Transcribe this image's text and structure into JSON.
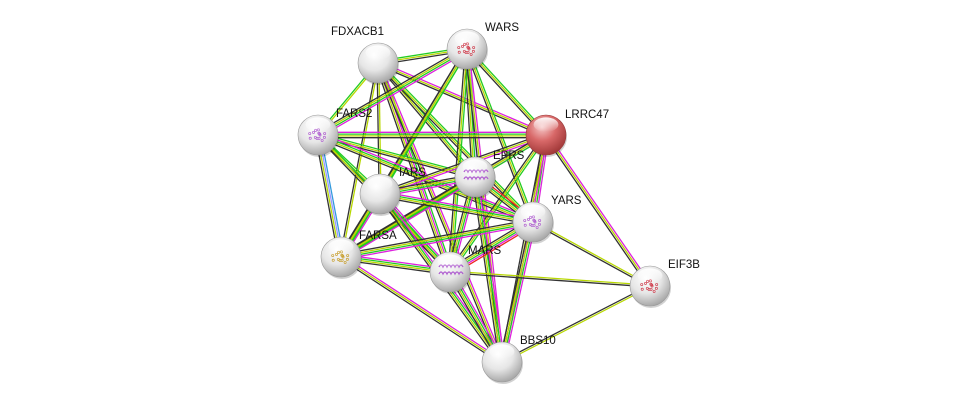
{
  "diagram": {
    "type": "protein-interaction-network",
    "edge_colors": {
      "black": "#333333",
      "green": "#22cc22",
      "yellowgreen": "#b8d800",
      "magenta": "#dd22dd",
      "blue": "#3399dd",
      "lightblue": "#9999ff",
      "red": "#ee2222"
    },
    "nodes": [
      {
        "id": "FDXACB1",
        "label": "FDXACB1",
        "color": "#e8e8e8",
        "query": false,
        "structure": "none"
      },
      {
        "id": "WARS",
        "label": "WARS",
        "color": "#e8e8e8",
        "query": false,
        "structure": "red"
      },
      {
        "id": "FARS2",
        "label": "FARS2",
        "color": "#e8e8e8",
        "query": false,
        "structure": "purple"
      },
      {
        "id": "LRRC47",
        "label": "LRRC47",
        "color": "#d85a5a",
        "query": true,
        "structure": "none"
      },
      {
        "id": "EPRS",
        "label": "EPRS",
        "color": "#e8e8e8",
        "query": false,
        "structure": "purple-helix"
      },
      {
        "id": "IARS",
        "label": "IARS",
        "color": "#e8e8e8",
        "query": false,
        "structure": "none"
      },
      {
        "id": "YARS",
        "label": "YARS",
        "color": "#e8e8e8",
        "query": false,
        "structure": "purple"
      },
      {
        "id": "FARSA",
        "label": "FARSA",
        "color": "#e8e8e8",
        "query": false,
        "structure": "yellow"
      },
      {
        "id": "MARS",
        "label": "MARS",
        "color": "#e8e8e8",
        "query": false,
        "structure": "purple-helix"
      },
      {
        "id": "EIF3B",
        "label": "EIF3B",
        "color": "#e8e8e8",
        "query": false,
        "structure": "red"
      },
      {
        "id": "BBS10",
        "label": "BBS10",
        "color": "#e8e8e8",
        "query": false,
        "structure": "none"
      }
    ],
    "edges": [
      {
        "source": "FDXACB1",
        "target": "WARS",
        "types": [
          "green",
          "yellowgreen",
          "black"
        ]
      },
      {
        "source": "FDXACB1",
        "target": "LRRC47",
        "types": [
          "magenta",
          "yellowgreen",
          "black"
        ]
      },
      {
        "source": "FDXACB1",
        "target": "FARS2",
        "types": [
          "yellowgreen",
          "green"
        ]
      },
      {
        "source": "FDXACB1",
        "target": "EPRS",
        "types": [
          "green",
          "yellowgreen",
          "black"
        ]
      },
      {
        "source": "FDXACB1",
        "target": "IARS",
        "types": [
          "yellowgreen",
          "black"
        ]
      },
      {
        "source": "FDXACB1",
        "target": "YARS",
        "types": [
          "green",
          "yellowgreen",
          "black"
        ]
      },
      {
        "source": "FDXACB1",
        "target": "FARSA",
        "types": [
          "yellowgreen",
          "black"
        ]
      },
      {
        "source": "FDXACB1",
        "target": "MARS",
        "types": [
          "green",
          "magenta",
          "yellowgreen",
          "black"
        ]
      },
      {
        "source": "FDXACB1",
        "target": "BBS10",
        "types": [
          "magenta",
          "yellowgreen",
          "black"
        ]
      },
      {
        "source": "WARS",
        "target": "LRRC47",
        "types": [
          "green",
          "yellowgreen",
          "black"
        ]
      },
      {
        "source": "WARS",
        "target": "FARS2",
        "types": [
          "magenta",
          "green",
          "yellowgreen",
          "black"
        ]
      },
      {
        "source": "WARS",
        "target": "EPRS",
        "types": [
          "lightblue",
          "green",
          "yellowgreen",
          "black"
        ]
      },
      {
        "source": "WARS",
        "target": "IARS",
        "types": [
          "green",
          "yellowgreen",
          "black"
        ]
      },
      {
        "source": "WARS",
        "target": "YARS",
        "types": [
          "green",
          "yellowgreen",
          "black"
        ]
      },
      {
        "source": "WARS",
        "target": "FARSA",
        "types": [
          "green",
          "yellowgreen",
          "black"
        ]
      },
      {
        "source": "WARS",
        "target": "MARS",
        "types": [
          "green",
          "yellowgreen",
          "black"
        ]
      },
      {
        "source": "WARS",
        "target": "BBS10",
        "types": [
          "magenta",
          "yellowgreen",
          "black"
        ]
      },
      {
        "source": "FARS2",
        "target": "LRRC47",
        "types": [
          "magenta",
          "green",
          "yellowgreen",
          "black"
        ]
      },
      {
        "source": "FARS2",
        "target": "EPRS",
        "types": [
          "green",
          "yellowgreen",
          "black"
        ]
      },
      {
        "source": "FARS2",
        "target": "IARS",
        "types": [
          "green",
          "yellowgreen",
          "black"
        ]
      },
      {
        "source": "FARS2",
        "target": "YARS",
        "types": [
          "magenta",
          "green",
          "yellowgreen",
          "black"
        ]
      },
      {
        "source": "FARS2",
        "target": "FARSA",
        "types": [
          "blue",
          "lightblue",
          "yellowgreen",
          "black"
        ]
      },
      {
        "source": "FARS2",
        "target": "MARS",
        "types": [
          "green",
          "yellowgreen",
          "black"
        ]
      },
      {
        "source": "LRRC47",
        "target": "EPRS",
        "types": [
          "magenta",
          "yellowgreen",
          "black"
        ]
      },
      {
        "source": "LRRC47",
        "target": "IARS",
        "types": [
          "magenta",
          "yellowgreen",
          "black"
        ]
      },
      {
        "source": "LRRC47",
        "target": "YARS",
        "types": [
          "magenta",
          "green",
          "yellowgreen",
          "black"
        ]
      },
      {
        "source": "LRRC47",
        "target": "MARS",
        "types": [
          "green",
          "yellowgreen",
          "black"
        ]
      },
      {
        "source": "LRRC47",
        "target": "EIF3B",
        "types": [
          "magenta",
          "yellowgreen",
          "black"
        ]
      },
      {
        "source": "LRRC47",
        "target": "BBS10",
        "types": [
          "magenta",
          "yellowgreen",
          "black"
        ]
      },
      {
        "source": "LRRC47",
        "target": "FARSA",
        "types": [
          "green",
          "yellowgreen",
          "black"
        ]
      },
      {
        "source": "EPRS",
        "target": "IARS",
        "types": [
          "magenta",
          "green",
          "yellowgreen",
          "black"
        ]
      },
      {
        "source": "EPRS",
        "target": "YARS",
        "types": [
          "red",
          "green",
          "yellowgreen",
          "black"
        ]
      },
      {
        "source": "EPRS",
        "target": "FARSA",
        "types": [
          "magenta",
          "green",
          "yellowgreen",
          "black"
        ]
      },
      {
        "source": "EPRS",
        "target": "MARS",
        "types": [
          "magenta",
          "green",
          "yellowgreen",
          "black"
        ]
      },
      {
        "source": "EPRS",
        "target": "BBS10",
        "types": [
          "magenta",
          "green",
          "yellowgreen",
          "black"
        ]
      },
      {
        "source": "IARS",
        "target": "YARS",
        "types": [
          "magenta",
          "green",
          "yellowgreen",
          "black"
        ]
      },
      {
        "source": "IARS",
        "target": "FARSA",
        "types": [
          "magenta",
          "green",
          "yellowgreen",
          "black"
        ]
      },
      {
        "source": "IARS",
        "target": "MARS",
        "types": [
          "magenta",
          "green",
          "yellowgreen",
          "black"
        ]
      },
      {
        "source": "IARS",
        "target": "BBS10",
        "types": [
          "magenta",
          "green",
          "yellowgreen",
          "black"
        ]
      },
      {
        "source": "YARS",
        "target": "FARSA",
        "types": [
          "magenta",
          "green",
          "yellowgreen",
          "black"
        ]
      },
      {
        "source": "YARS",
        "target": "MARS",
        "types": [
          "red",
          "magenta",
          "green",
          "yellowgreen",
          "black"
        ]
      },
      {
        "source": "YARS",
        "target": "EIF3B",
        "types": [
          "yellowgreen",
          "black"
        ]
      },
      {
        "source": "YARS",
        "target": "BBS10",
        "types": [
          "magenta",
          "green",
          "yellowgreen",
          "black"
        ]
      },
      {
        "source": "FARSA",
        "target": "MARS",
        "types": [
          "magenta",
          "green",
          "yellowgreen",
          "black"
        ]
      },
      {
        "source": "FARSA",
        "target": "BBS10",
        "types": [
          "magenta",
          "yellowgreen",
          "black"
        ]
      },
      {
        "source": "MARS",
        "target": "EIF3B",
        "types": [
          "yellowgreen",
          "black"
        ]
      },
      {
        "source": "MARS",
        "target": "BBS10",
        "types": [
          "magenta",
          "green",
          "yellowgreen",
          "black"
        ]
      },
      {
        "source": "EIF3B",
        "target": "BBS10",
        "types": [
          "yellowgreen",
          "black"
        ]
      }
    ]
  }
}
